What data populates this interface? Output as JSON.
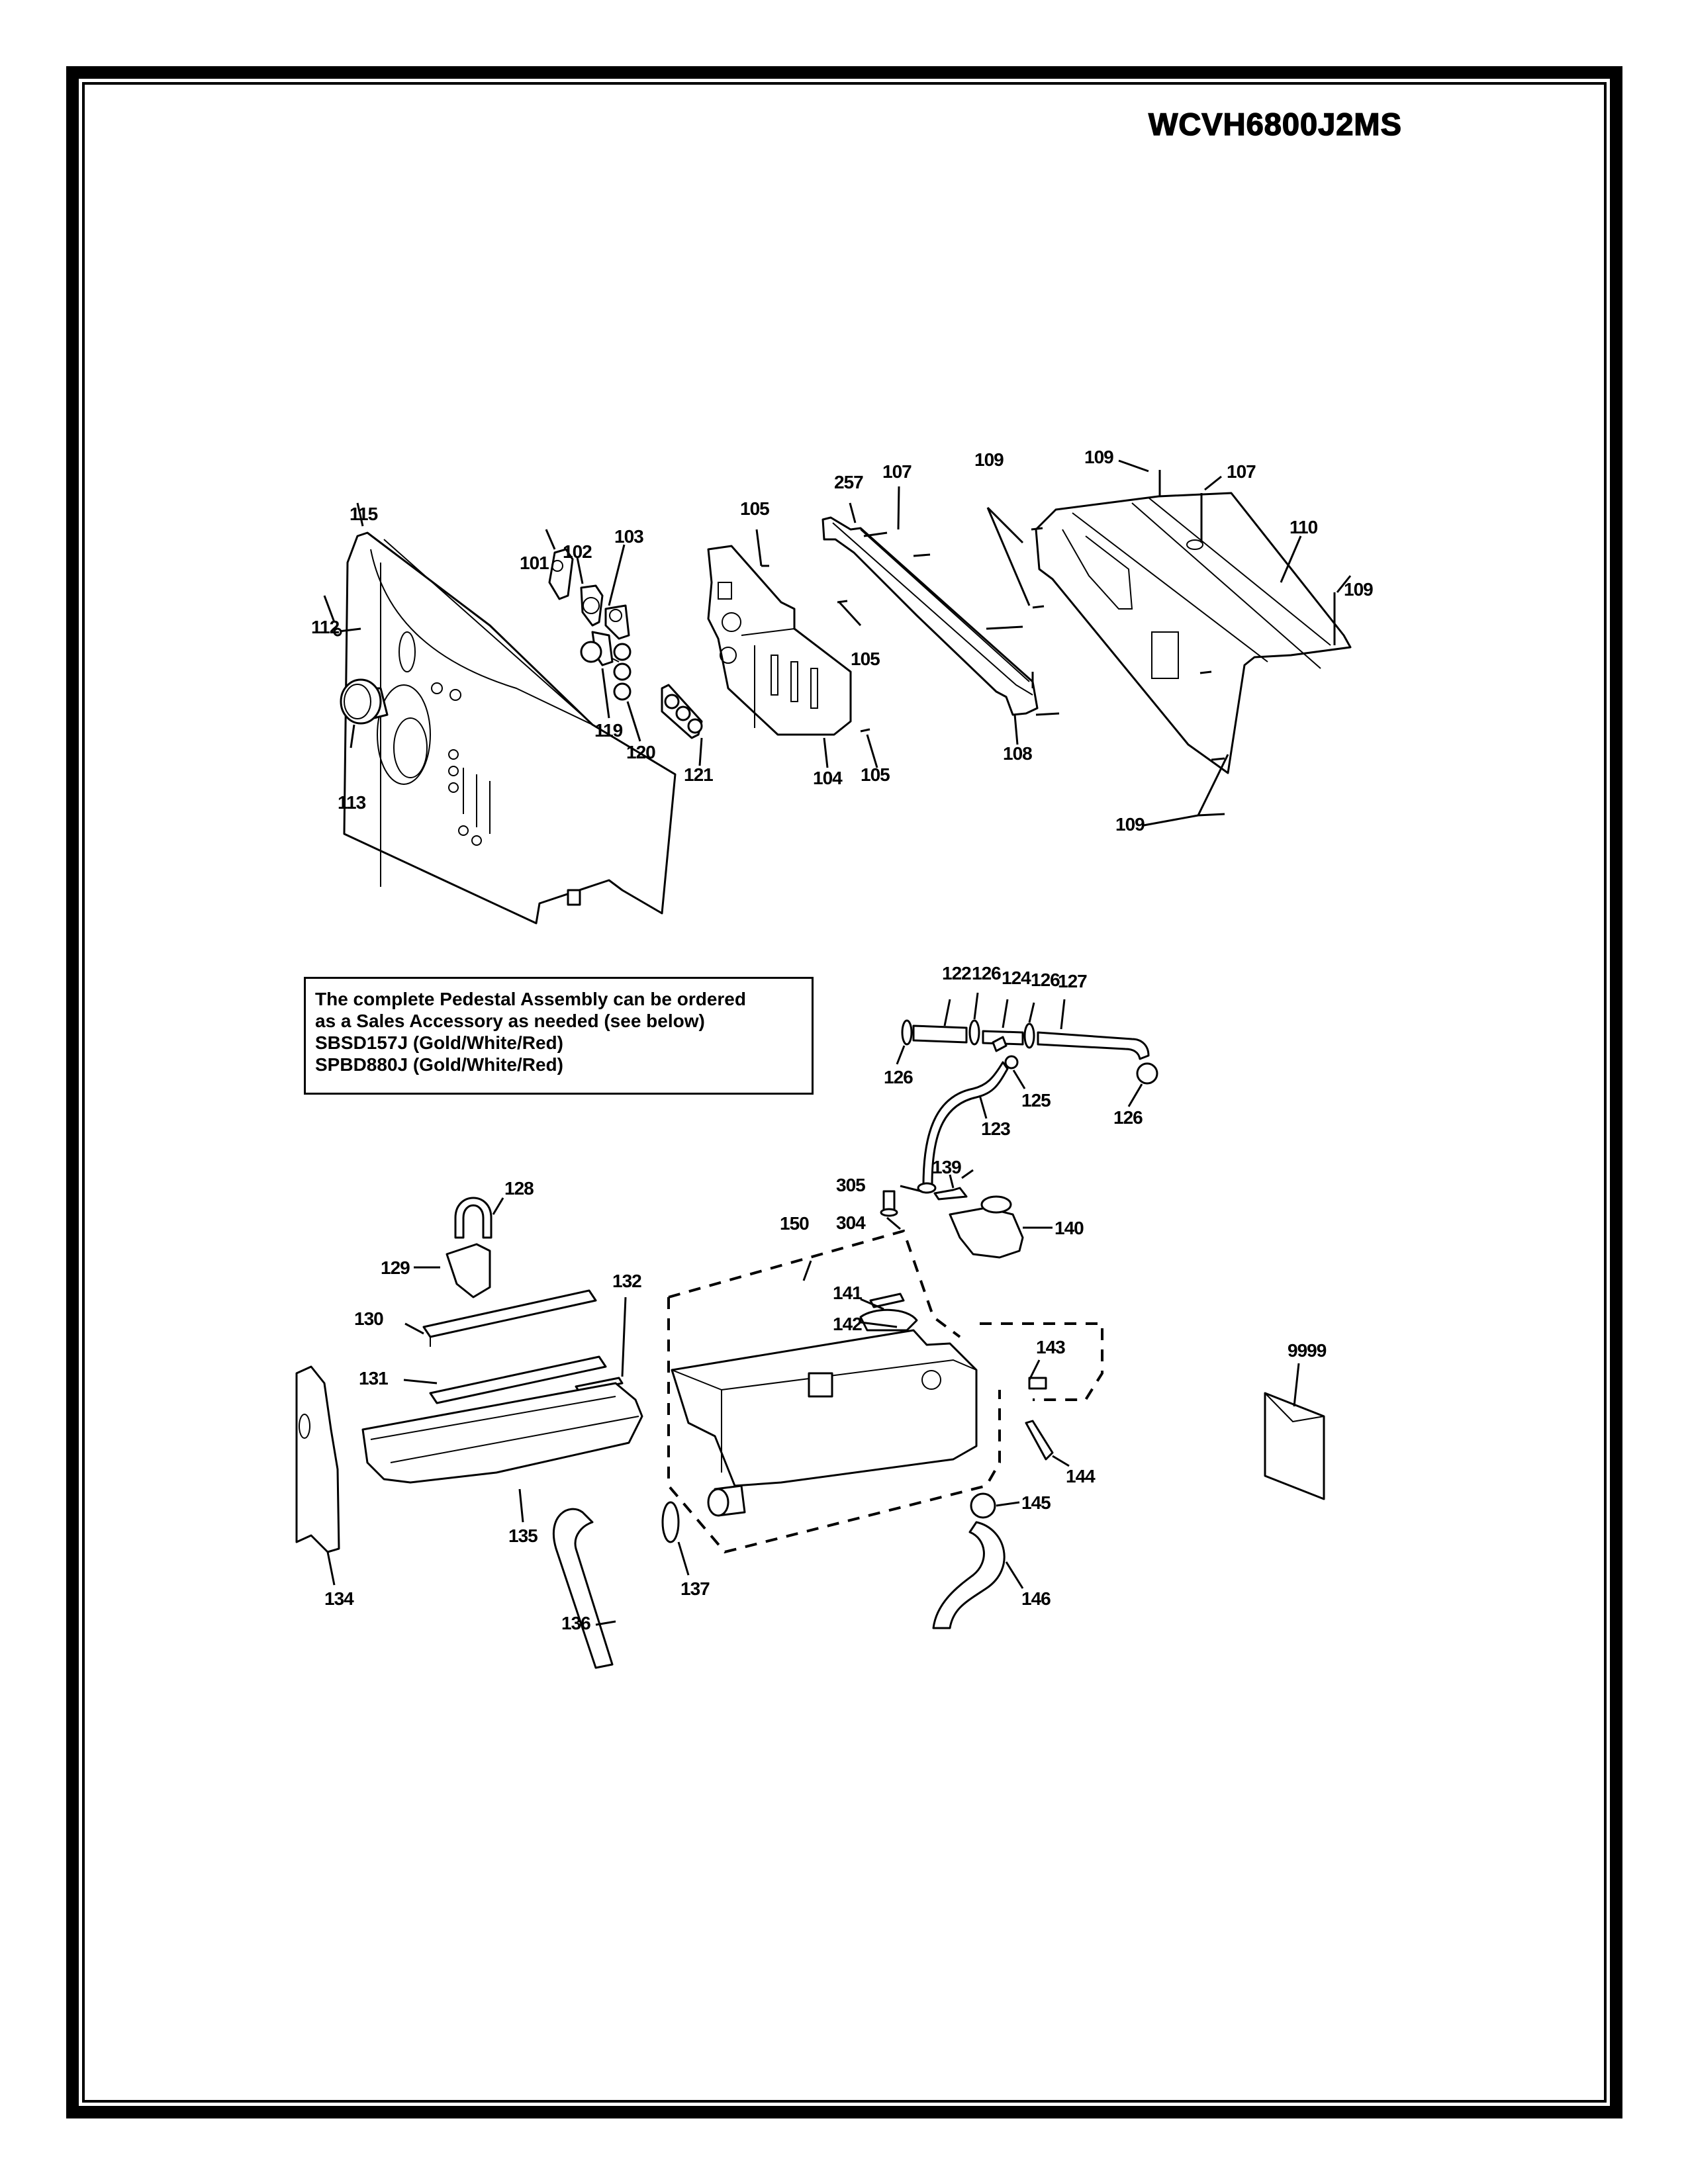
{
  "model_number": "WCVH6800J2MS",
  "note": {
    "lines": [
      "The complete Pedestal Assembly can be ordered",
      "as a Sales Accessory as needed (see below)",
      "SBSD157J (Gold/White/Red)",
      "SPBD880J (Gold/White/Red)"
    ]
  },
  "callouts": {
    "upper": [
      "115",
      "112",
      "113",
      "101",
      "102",
      "103",
      "119",
      "120",
      "121",
      "105",
      "105",
      "105",
      "104",
      "257",
      "107",
      "108",
      "109",
      "109",
      "107",
      "110",
      "109",
      "109"
    ],
    "hoses": [
      "122",
      "126",
      "124",
      "126",
      "127",
      "126",
      "125",
      "123",
      "126"
    ],
    "lower": [
      "305",
      "139",
      "304",
      "140",
      "150",
      "141",
      "142",
      "143",
      "144",
      "145",
      "146",
      "128",
      "129",
      "130",
      "131",
      "132",
      "134",
      "135",
      "136",
      "137",
      "9999"
    ]
  }
}
